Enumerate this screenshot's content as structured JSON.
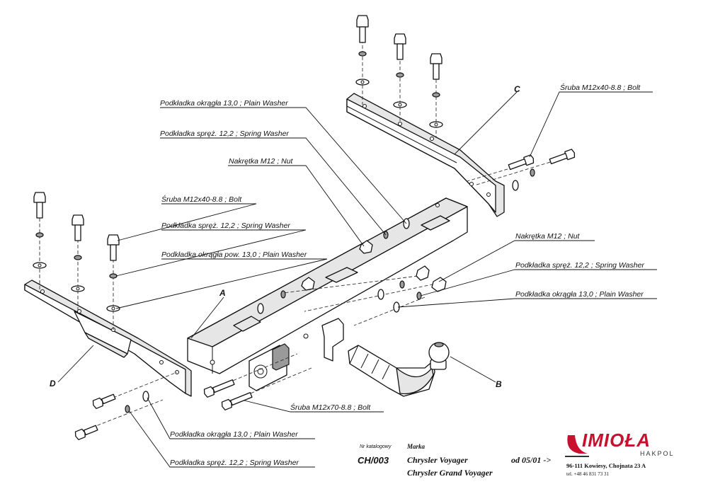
{
  "labels": {
    "washer_top": "Podkładka okrągła 13,0 ; Plain Washer",
    "spring_top": "Podkładka spręż. 12,2 ; Spring Washer",
    "nut_top": "Nakrętka  M12 ; Nut",
    "bolt_left": "Śruba M12x40-8.8 ;  Bolt",
    "spring_left": "Podkładka spręż. 12,2 ; Spring Washer",
    "washer_left": "Podkładka okrągła pow. 13,0 ; Plain Washer",
    "bolt_right": "Śruba M12x40-8.8 ;  Bolt",
    "nut_right": "Nakrętka  M12 ; Nut",
    "spring_right": "Podkładka spręż. 12,2 ; Spring Washer",
    "washer_right": "Podkładka okrągła 13,0 ; Plain Washer",
    "bolt_bottom": "Śruba M12x70-8.8 ;  Bolt",
    "washer_bottom": "Podkładka okrągła 13,0 ; Plain Washer",
    "spring_bottom": "Podkładka spręż. 12,2 ; Spring Washer"
  },
  "letters": {
    "a": "A",
    "b": "B",
    "c": "C",
    "d": "D"
  },
  "info": {
    "catalog_label": "Nr katalogowy",
    "brand_label": "Marka",
    "catalog_number": "CH/003",
    "model_1": "Chrysler Voyager",
    "model_2": "Chrysler Grand Voyager",
    "from_date": "od 05/01 ->"
  },
  "logo": {
    "name": "IMIOŁA",
    "sub": "HAKPOL",
    "address": "96-111 Kowiesy, Chojnata 23 A",
    "phone": "tel. +48 46 831 73 31",
    "color": "#c8102e"
  }
}
